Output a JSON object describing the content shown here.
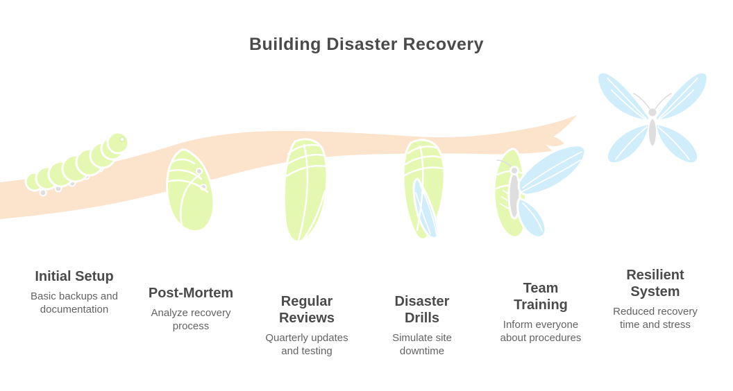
{
  "title": "Building Disaster Recovery",
  "stages": [
    {
      "title": "Initial Setup",
      "description": "Basic backups and documentation",
      "icon": "caterpillar-icon"
    },
    {
      "title": "Post-Mortem",
      "description": "Analyze recovery process",
      "icon": "curled-caterpillar-icon"
    },
    {
      "title": "Regular Reviews",
      "description": "Quarterly updates and testing",
      "icon": "chrysalis-icon"
    },
    {
      "title": "Disaster Drills",
      "description": "Simulate site downtime",
      "icon": "chrysalis-wings-icon"
    },
    {
      "title": "Team Training",
      "description": "Inform everyone about procedures",
      "icon": "emerging-butterfly-icon"
    },
    {
      "title": "Resilient System",
      "description": "Reduced recovery time and stress",
      "icon": "butterfly-icon"
    }
  ],
  "theme": {
    "background": "#ffffff",
    "branch": "#fbe3cc",
    "stage-green": "#e5f8b2",
    "wing-blue": "#cfedfa",
    "body-gray": "#dedede",
    "heading-text": "#4a4a4a",
    "subtitle-text": "#636363"
  }
}
